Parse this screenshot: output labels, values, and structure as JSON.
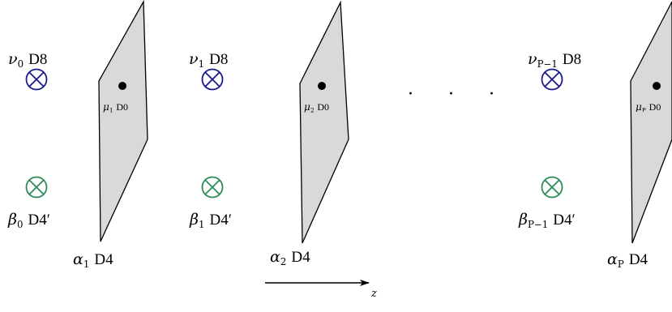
{
  "colors": {
    "d8": "#1a1a8c",
    "d4prime": "#2e8b57",
    "plane_fill": "#d9d9d9",
    "stroke": "#000000"
  },
  "columns": [
    {
      "d8": {
        "sym": "ν",
        "sub": "0",
        "text": "D8"
      },
      "d4p": {
        "sym": "β",
        "sub": "0",
        "text": "D4′"
      }
    },
    {
      "d8": {
        "sym": "ν",
        "sub": "1",
        "text": "D8"
      },
      "d4p": {
        "sym": "β",
        "sub": "1",
        "text": "D4′"
      }
    },
    {
      "d8": {
        "sym": "ν",
        "sub": "P−1",
        "text": "D8"
      },
      "d4p": {
        "sym": "β",
        "sub": "P−1",
        "text": "D4′"
      }
    }
  ],
  "planes": [
    {
      "d4": {
        "sym": "α",
        "sub": "1",
        "text": "D4"
      },
      "d0": {
        "sym": "μ",
        "sub": "1",
        "text": "D0"
      }
    },
    {
      "d4": {
        "sym": "α",
        "sub": "2",
        "text": "D4"
      },
      "d0": {
        "sym": "μ",
        "sub": "2",
        "text": "D0"
      }
    },
    {
      "d4": {
        "sym": "α",
        "sub": "P",
        "text": "D4"
      },
      "d0": {
        "sym": "μ",
        "sub": "P",
        "text": "D0"
      }
    }
  ],
  "ellipsis": "· · ·",
  "axis": {
    "label": "z"
  }
}
